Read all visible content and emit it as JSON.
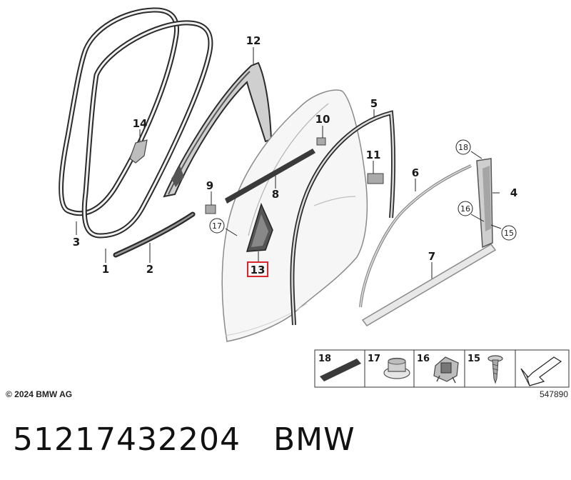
{
  "copyright": "© 2024 BMW AG",
  "diagram_number": "547890",
  "part_number": "51217432204",
  "brand": "BMW",
  "highlight_color": "#d9262c",
  "callouts": [
    {
      "id": "c1",
      "label": "1"
    },
    {
      "id": "c2",
      "label": "2"
    },
    {
      "id": "c3",
      "label": "3"
    },
    {
      "id": "c4",
      "label": "4"
    },
    {
      "id": "c5",
      "label": "5"
    },
    {
      "id": "c6",
      "label": "6"
    },
    {
      "id": "c7",
      "label": "7"
    },
    {
      "id": "c8",
      "label": "8"
    },
    {
      "id": "c9",
      "label": "9"
    },
    {
      "id": "c10",
      "label": "10"
    },
    {
      "id": "c11",
      "label": "11"
    },
    {
      "id": "c12",
      "label": "12"
    },
    {
      "id": "c13",
      "label": "13",
      "highlighted": true
    },
    {
      "id": "c14",
      "label": "14"
    }
  ],
  "circled_callouts": [
    {
      "id": "cc15",
      "label": "15"
    },
    {
      "id": "cc16",
      "label": "16"
    },
    {
      "id": "cc17",
      "label": "17"
    },
    {
      "id": "cc18",
      "label": "18"
    }
  ],
  "legend": [
    {
      "label": "18",
      "icon": "adhesive-strip-icon"
    },
    {
      "label": "17",
      "icon": "clip-nut-icon"
    },
    {
      "label": "16",
      "icon": "retaining-clip-icon"
    },
    {
      "label": "15",
      "icon": "screw-icon"
    },
    {
      "label": "",
      "icon": "arrow-icon"
    }
  ]
}
